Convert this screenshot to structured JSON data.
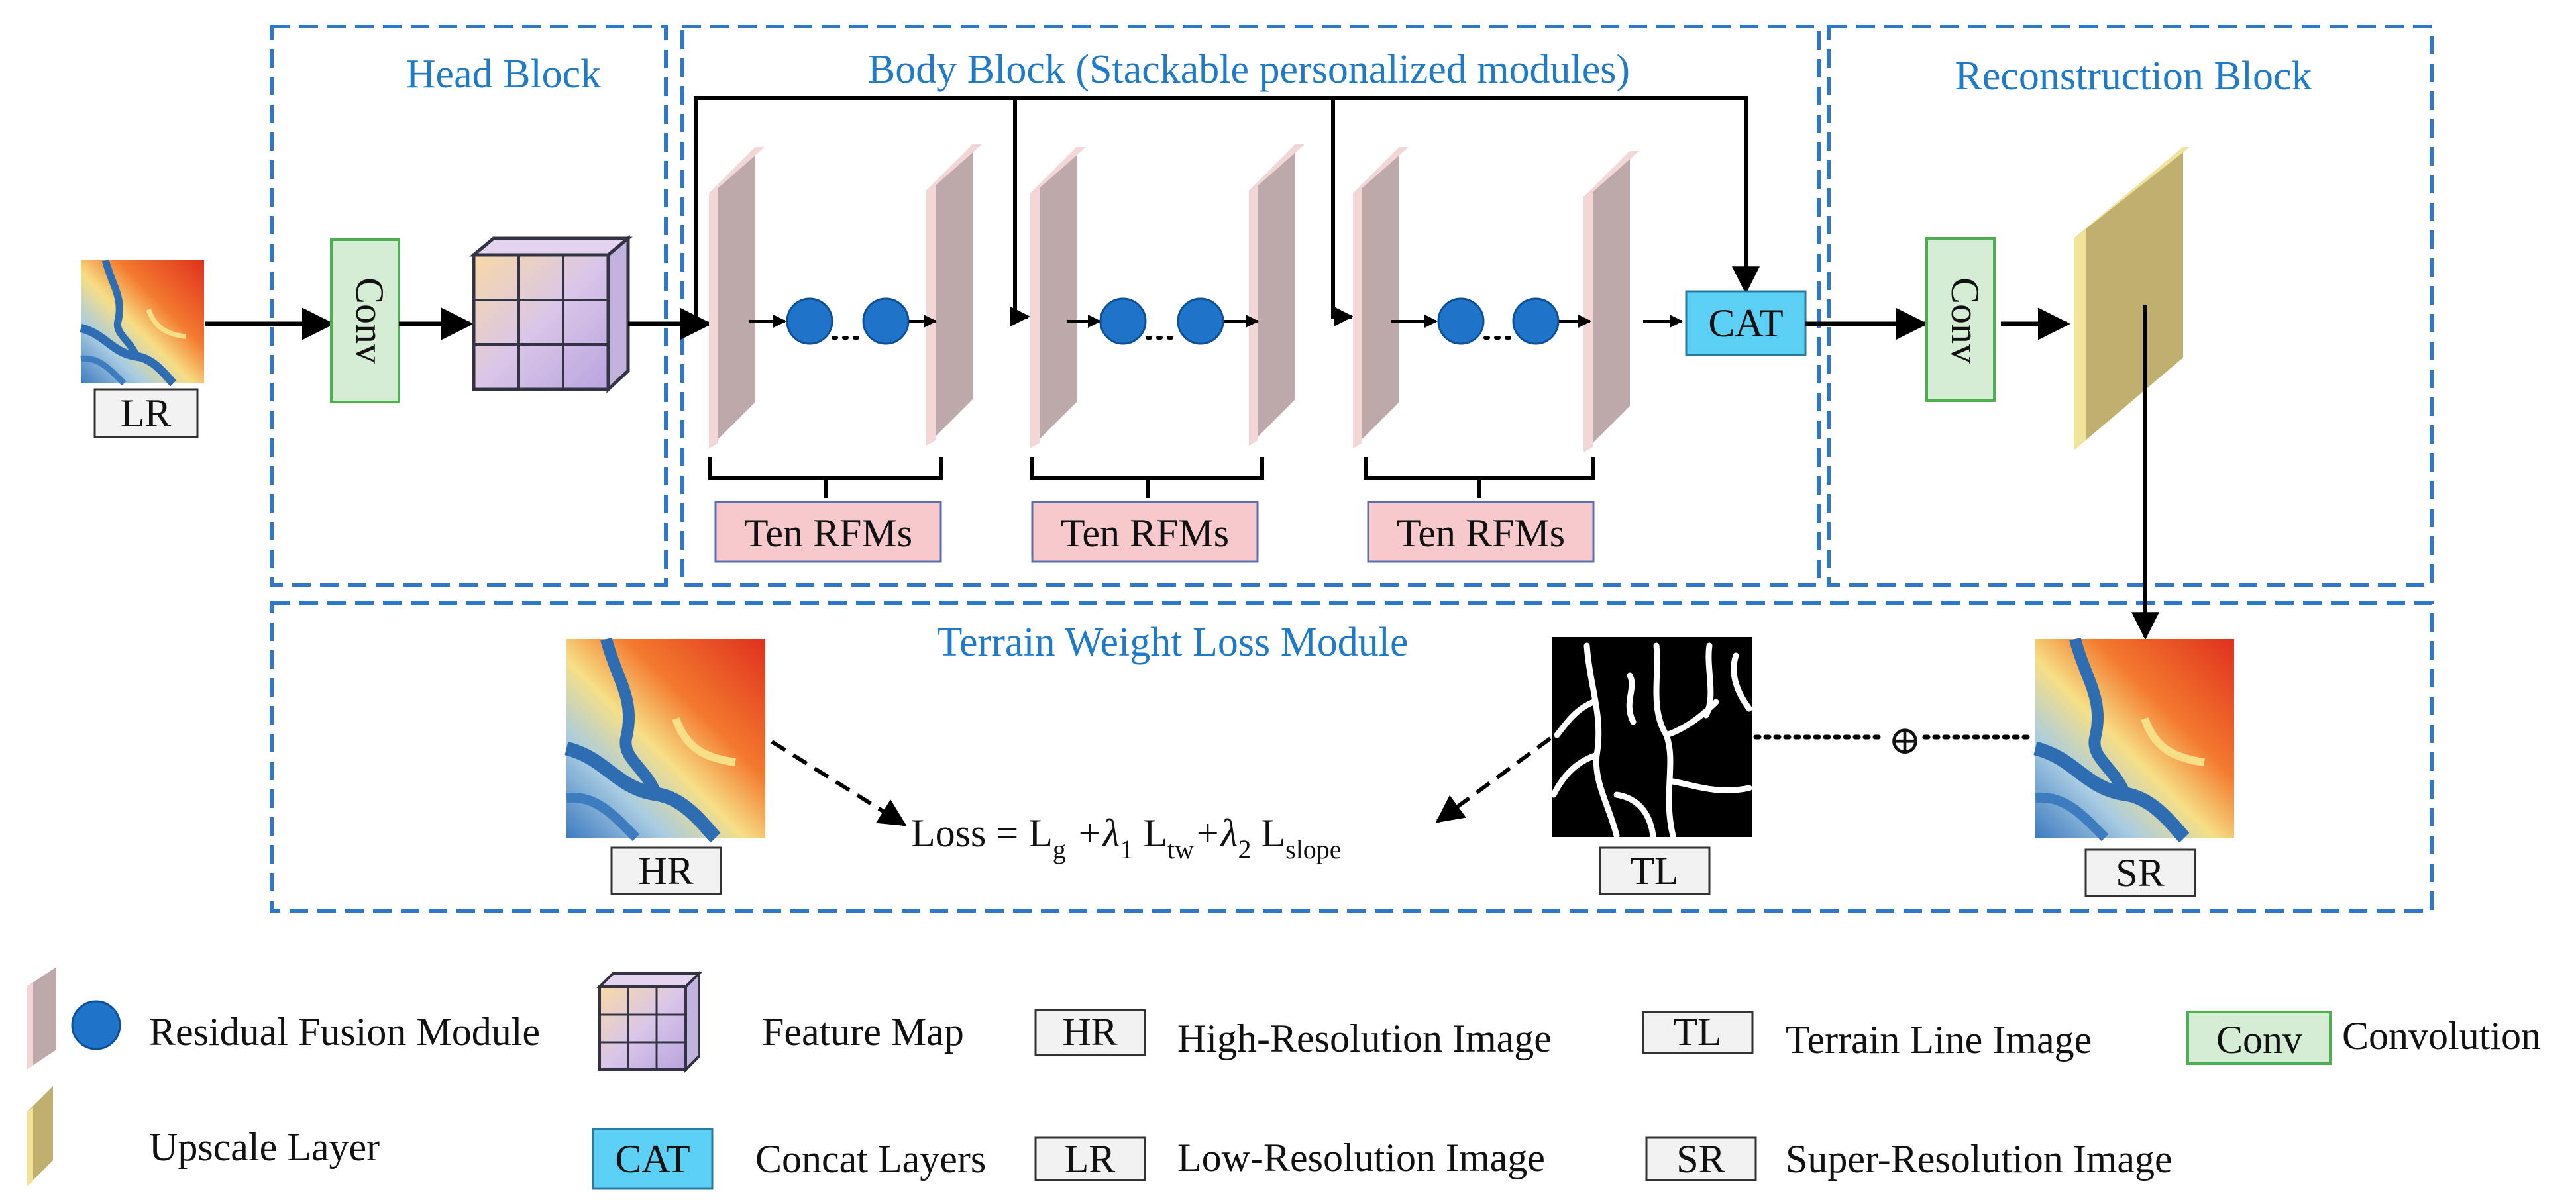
{
  "blocks": {
    "head": "Head Block",
    "body": "Body Block (Stackable personalized modules)",
    "reconstruction": "Reconstruction Block",
    "loss_module": "Terrain Weight Loss Module"
  },
  "nodes": {
    "lr": "LR",
    "conv1": "Conv",
    "conv2": "Conv",
    "cat": "CAT",
    "hr": "HR",
    "tl": "TL",
    "sr": "SR",
    "group1": "Ten RFMs",
    "group2": "Ten RFMs",
    "group3": "Ten RFMs",
    "sum_symbol": "⊕"
  },
  "formula": {
    "loss": "Loss = L",
    "g_sub": "g",
    "plus_lambda1": " +λ",
    "one_sub": "1",
    "l_tw": " L",
    "tw_sub": "tw",
    "plus_lambda2": "+λ",
    "two_sub": "2",
    "l_slope": " L",
    "slope_sub": "slope"
  },
  "legend": {
    "rfm": "Residual Fusion Module",
    "feature_map": "Feature Map",
    "hr_box": "HR",
    "hr_text": "High-Resolution Image",
    "tl_box": "TL",
    "tl_text": "Terrain Line Image",
    "conv_box": "Conv",
    "conv_text": "Convolution",
    "upscale": "Upscale Layer",
    "cat_box": "CAT",
    "cat_text": "Concat Layers",
    "lr_box": "LR",
    "lr_text": "Low-Resolution Image",
    "sr_box": "SR",
    "sr_text": "Super-Resolution Image"
  },
  "colors": {
    "frame_border": "#2f77c8",
    "title_text": "#1f7ac9",
    "rfm_panel": "#bda9aa",
    "rfm_edge": "#f3d6d6",
    "rfm_node": "#1e74c8",
    "rfm_label_bg": "#f7c9cc",
    "conv_bg": "#d5edd4",
    "conv_border": "#4caf50",
    "cat_bg": "#5cd0f4",
    "upscale_panel": "#bfb06f",
    "upscale_edge": "#f2e39a",
    "terrain_line_bg": "#000000"
  }
}
